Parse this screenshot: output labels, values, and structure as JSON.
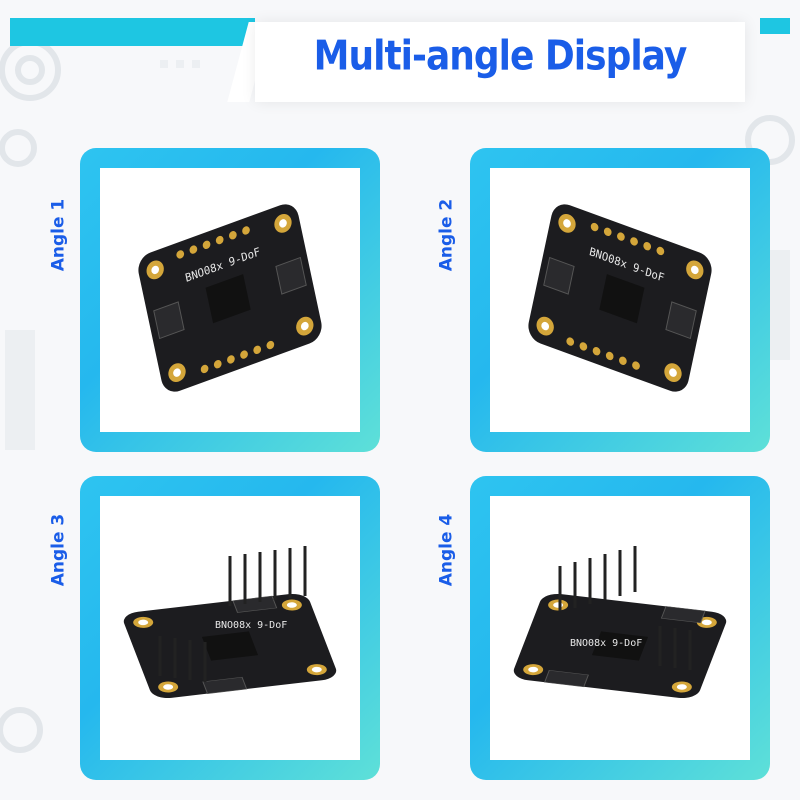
{
  "title": "Multi-angle Display",
  "panels": [
    {
      "label": "Angle 1",
      "chip_text": "BNO08x 9-DoF"
    },
    {
      "label": "Angle 2",
      "chip_text": "BNO08x 9-DoF"
    },
    {
      "label": "Angle 3",
      "chip_text": "BNO08x 9-DoF"
    },
    {
      "label": "Angle 4",
      "chip_text": "BNO08x 9-DoF"
    }
  ],
  "colors": {
    "title": "#1a5de8",
    "frame_start": "#2ec4f0",
    "frame_end": "#5ee0d8",
    "board": "#1c1c1f",
    "pad_gold": "#d4a63a"
  }
}
